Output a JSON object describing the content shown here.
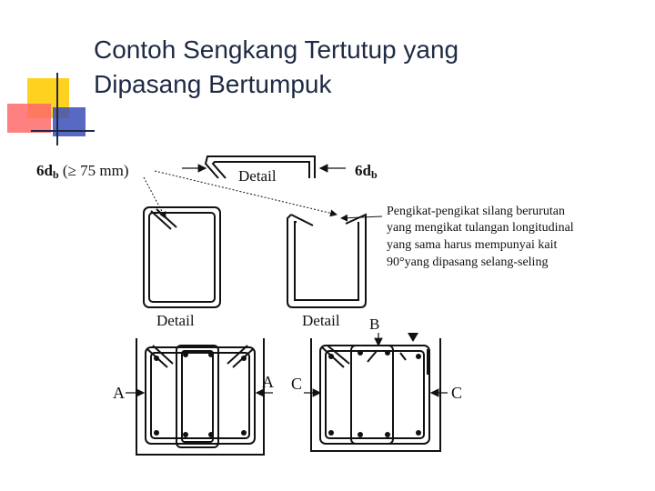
{
  "slide": {
    "title_line1": "Contoh Sengkang Tertutup yang",
    "title_line2": "Dipasang Bertumpuk"
  },
  "diagram": {
    "top_hook_label_main": "6d",
    "top_hook_label_sub": "b",
    "top_hook_label_rest": " (≥ 75 mm)",
    "detail_top": "Detail",
    "right_hook_label_main": "6d",
    "right_hook_label_sub": "b",
    "note_lines": [
      "Pengikat-pengikat silang berurutan",
      "yang mengikat tulangan longitudinal",
      "yang  sama  harus  mempunyai  kait",
      "90°yang dipasang selang-seling"
    ],
    "detail_left": "Detail",
    "detail_right": "Detail",
    "label_B": "B",
    "label_A_left": "A",
    "label_A_right": "A",
    "label_C_left": "C",
    "label_C_right": "C"
  },
  "colors": {
    "title": "#1f2a44",
    "deco_yellow": "#ffd21f",
    "deco_red": "#ff6a6a",
    "deco_blue": "#3b4fb8",
    "line": "#111111"
  }
}
